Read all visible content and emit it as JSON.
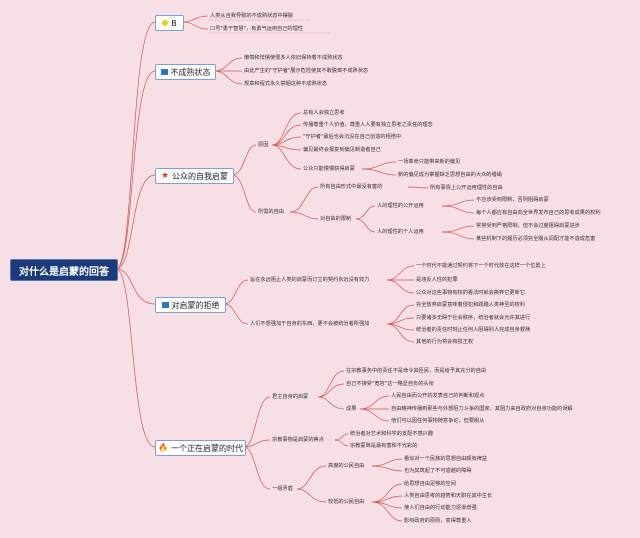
{
  "root": "对什么是启蒙的回答",
  "b1": {
    "label": "B",
    "items": [
      "人类从自我导致的不成熟状态中摆脱",
      "口号\"勇于智慧\"，有勇气运用自己的理性"
    ]
  },
  "b2": {
    "label": "不成熟状态",
    "items": [
      "懒惰和怯懦使很多人依旧保持着不成熟状态",
      "由此产生的\"守护者\"展示危险使其不敢脱离不成熟状态",
      "规章和程式永久禁锢这种不成熟状态"
    ]
  },
  "b3": {
    "label": "公众的自我启蒙",
    "reason": "原因",
    "reason_items": [
      "总有人会独立思考",
      "传播尊重个人价值、尊重人人要有独立思考之责任的理念",
      "\"守护者\"最后也会沉没在自己创造的桎梏中",
      "偏见最终会报复到偏见制造者自己",
      "公众只能慢慢获得启蒙"
    ],
    "reason_sub": [
      "一场革命只能带来新的偏见",
      "新的偏见成为掌握缺乏思想自由的大众的缰绳"
    ],
    "freedom": "所需的自由",
    "freedom_items": [
      "所有自由形式中最没有害的",
      "对自由的限制"
    ],
    "freedom_right": "所有事情上公开运用理性的自由",
    "public_reason": "人的理性的公开运用",
    "public_reason_items": [
      "不应该受到限制，否则阻碍启蒙",
      "每个人都应有自由向全世界发布自己的思考成果的权利"
    ],
    "private_reason": "人的理性的个人运用",
    "private_reason_items": [
      "常常受到严格限制，但不会过度阻碍启蒙进步",
      "某些机制下的履历必须完全服从调配才能不造成危害"
    ]
  },
  "b4": {
    "label": "对启蒙的拒绝",
    "item1": "旨在永远阻止人类的启蒙而订立的契约永远没有效力",
    "item1_sub": [
      "一个时代不能通过契约将下一个时代放在这样一个位置上",
      "是违反人性的犯罪",
      "公众对这些事物有权的看法时就会撕弃它更新它"
    ],
    "item2": "人们不想强加于自身的东西，更不会被统治者所强加",
    "item2_sub": [
      "完全放弃启蒙意味着侵犯和践踏人类神圣的权利",
      "只要诸多无碍于社会秩序，统治者就会允许其进行",
      "统治者的责任时刻止任何人阻碍别人完成自身救赎",
      "其他的行为将会有损王权"
    ]
  },
  "b5": {
    "label": "一个正在启蒙的时代",
    "s1": "君主自身的启蒙",
    "s1_items": [
      "在宗教事务中的责任不是命令其臣民，而是给予其充分的自由",
      "自己不接受\"宽容\"这一略显自负的头衔"
    ],
    "s1_result": "成果",
    "s1_result_items": [
      "人民自由而公开的发表自己的判断和观点",
      "自由精神传播到那些与外部阻力斗争的国家，其阻力来自政府对自身功能的误解",
      "他们可以因任何事物随意争论，但要服从"
    ],
    "s2": "宗教事物是启蒙的焦点",
    "s2_items": [
      "统治者对艺术和科学的支配不感兴趣",
      "宗教蒙昧是最有害和不光彩的"
    ],
    "s3": "一组矛盾",
    "s3_a": "高度的公民自由",
    "s3_a_items": [
      "看似对一个民族的思想自由颇有裨益",
      "也为其筑起了不可逾越的障碍"
    ],
    "s3_b": "较低的公民自由",
    "s3_b_items": [
      "给思想自由足够的空间",
      "人类自由思考的趋势和天职在其中生长",
      "使人们自由的行动能力逐渐增强",
      "影响政府的原则，变得尊重人"
    ]
  },
  "colors": {
    "background": "#f7dfe6",
    "root_fill": "#1b3a7a",
    "link": "#d7534a",
    "box_border": "#7aa0d8"
  },
  "icons": {
    "b1": "lightbulb-icon",
    "b2": "flag-icon",
    "b3": "star-icon",
    "b4": "flag-icon",
    "b5": "fire-icon"
  }
}
